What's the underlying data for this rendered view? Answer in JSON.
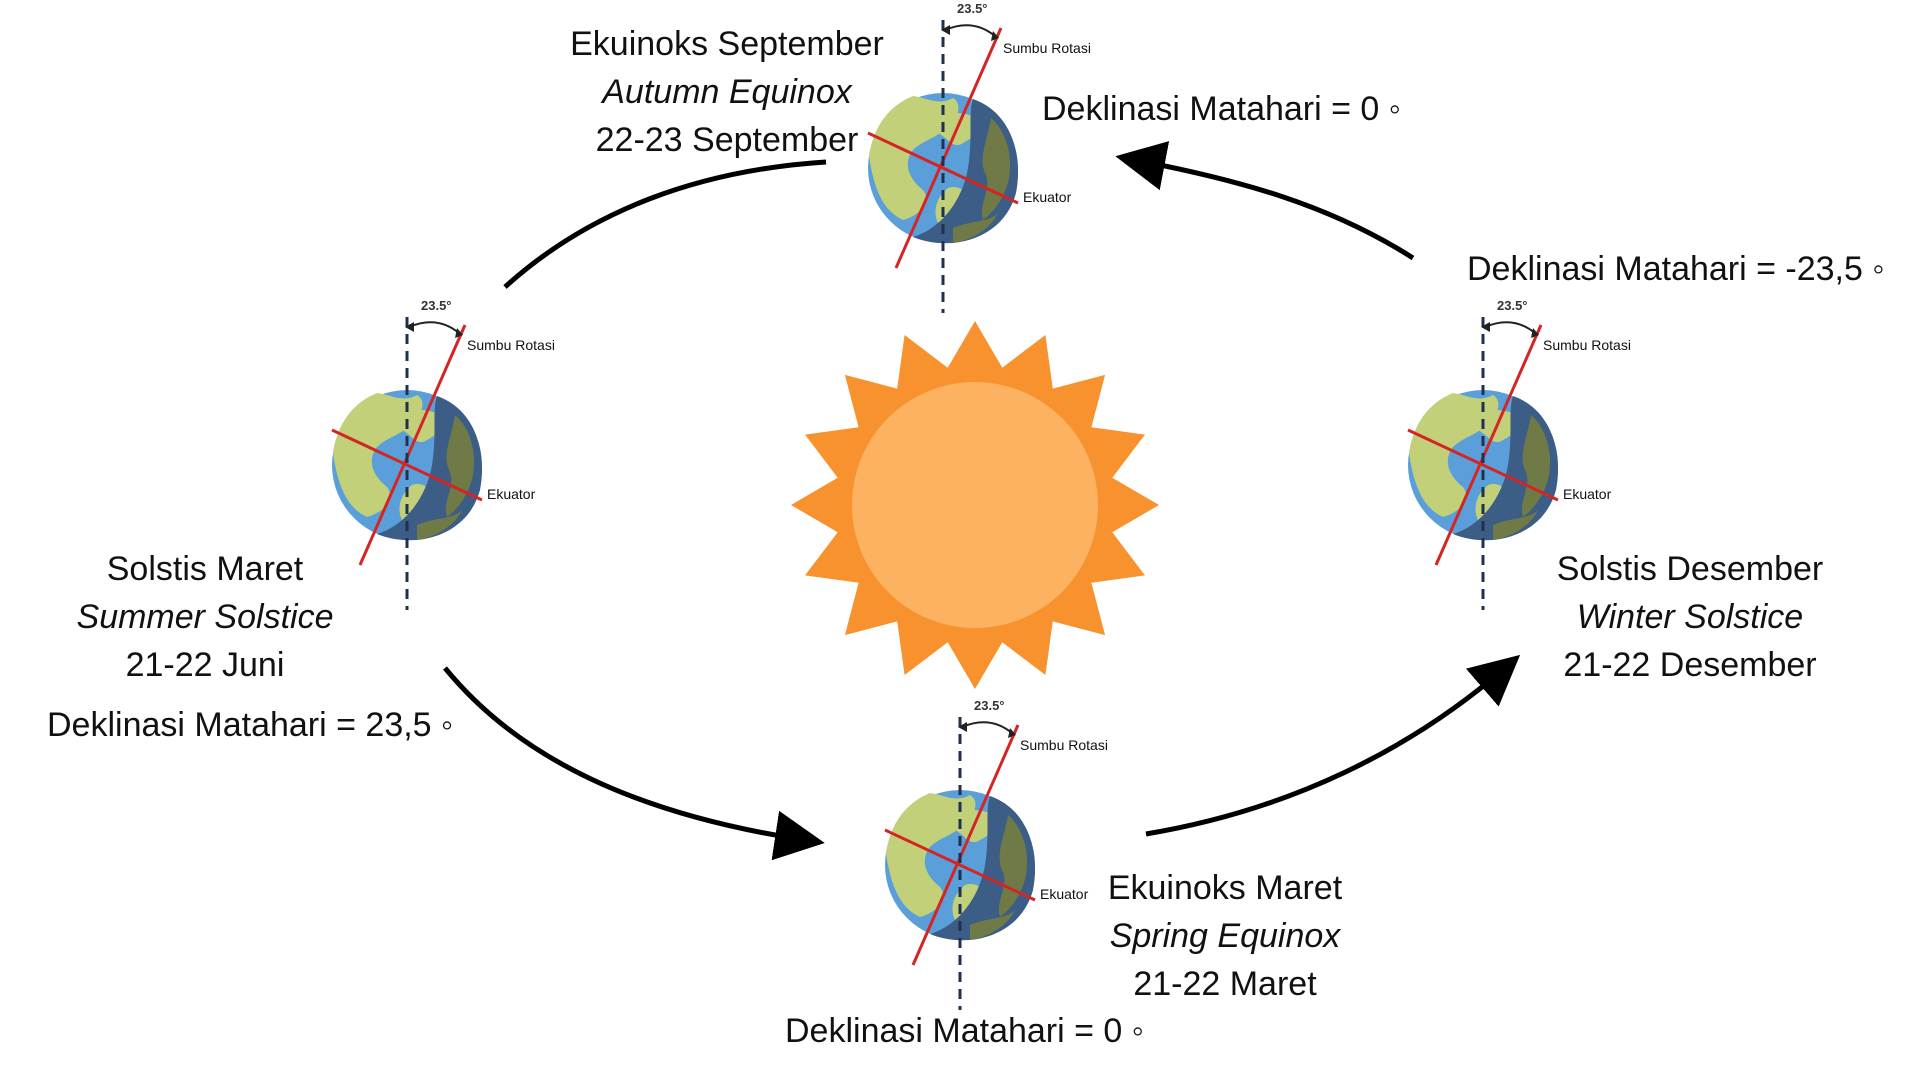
{
  "angle_label": "23.5°",
  "axis_label": "Sumbu Rotasi",
  "equator_label": "Ekuator",
  "colors": {
    "sun_rays": "#F7922E",
    "sun_core": "#FCB260",
    "ocean": "#5B9FDA",
    "land": "#C2D07A",
    "night_ocean": "#3C5D85",
    "night_land": "#6F7A47",
    "axis_line": "#D42525",
    "arrow": "#000000"
  },
  "positions": {
    "top": {
      "title": "Ekuinoks September",
      "subtitle": "Autumn Equinox",
      "date": "22-23 September",
      "declination": "Deklinasi Matahari = 0 ◦"
    },
    "left": {
      "title": "Solstis Maret",
      "subtitle": "Summer Solstice",
      "date": "21-22 Juni",
      "declination": "Deklinasi Matahari = 23,5 ◦"
    },
    "bottom": {
      "title": "Ekuinoks Maret",
      "subtitle": "Spring Equinox",
      "date": "21-22 Maret",
      "declination": "Deklinasi Matahari = 0 ◦"
    },
    "right": {
      "title": "Solstis Desember",
      "subtitle": "Winter Solstice",
      "date": "21-22 Desember",
      "declination": "Deklinasi Matahari = -23,5 ◦"
    }
  }
}
